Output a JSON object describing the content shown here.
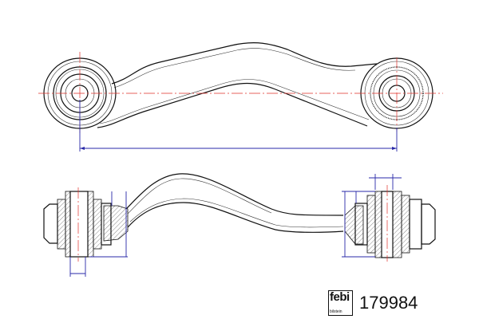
{
  "brand": {
    "logo_text": "febi",
    "logo_subtext": "bilstein"
  },
  "part_number": "179984",
  "colors": {
    "centerline": "#e0302a",
    "dimension": "#2a2aa8",
    "outline": "#111111"
  }
}
